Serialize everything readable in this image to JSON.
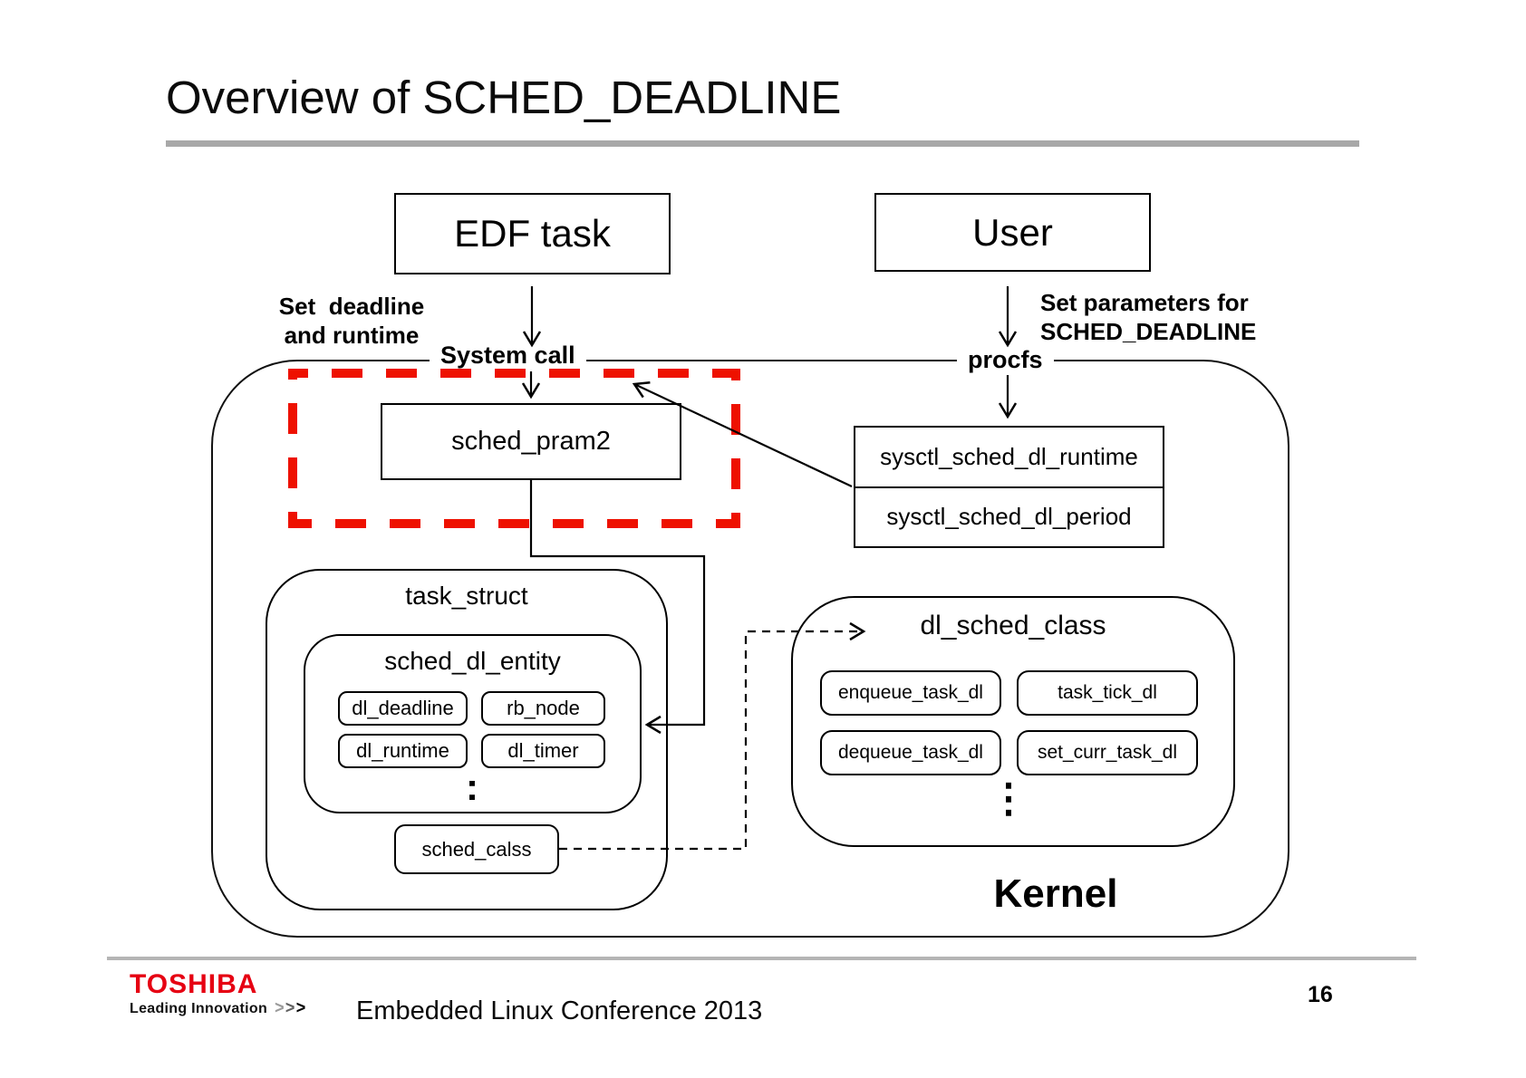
{
  "slide": {
    "title": "Overview of SCHED_DEADLINE",
    "page_number": "16"
  },
  "diagram": {
    "edf_task_label": "EDF task",
    "user_label": "User",
    "left_note": "Set  deadline\nand runtime",
    "right_note": "Set parameters for\nSCHED_DEADLINE",
    "system_call_label": "System call",
    "procfs_label": "procfs",
    "sched_pram2_label": "sched_pram2",
    "sysctl_rows": [
      "sysctl_sched_dl_runtime",
      "sysctl_sched_dl_period"
    ],
    "task_struct": {
      "title": "task_struct",
      "entity_title": "sched_dl_entity",
      "fields": [
        "dl_deadline",
        "rb_node",
        "dl_runtime",
        "dl_timer"
      ],
      "ellipsis": ":",
      "sched_calss_label": "sched_calss"
    },
    "dl_sched_class": {
      "title": "dl_sched_class",
      "methods": [
        "enqueue_task_dl",
        "task_tick_dl",
        "dequeue_task_dl",
        "set_curr_task_dl"
      ],
      "ellipsis": "⋮"
    },
    "kernel_label": "Kernel"
  },
  "footer": {
    "brand": "TOSHIBA",
    "tagline": "Leading Innovation",
    "chevrons": [
      ">",
      ">",
      ">"
    ],
    "conference": "Embedded Linux Conference 2013"
  },
  "colors": {
    "dashed_red": "#ee1100",
    "toshiba_red": "#e60012",
    "title_rule_gray": "#a8a8a8",
    "footer_rule_gray": "#b5b5b5"
  }
}
